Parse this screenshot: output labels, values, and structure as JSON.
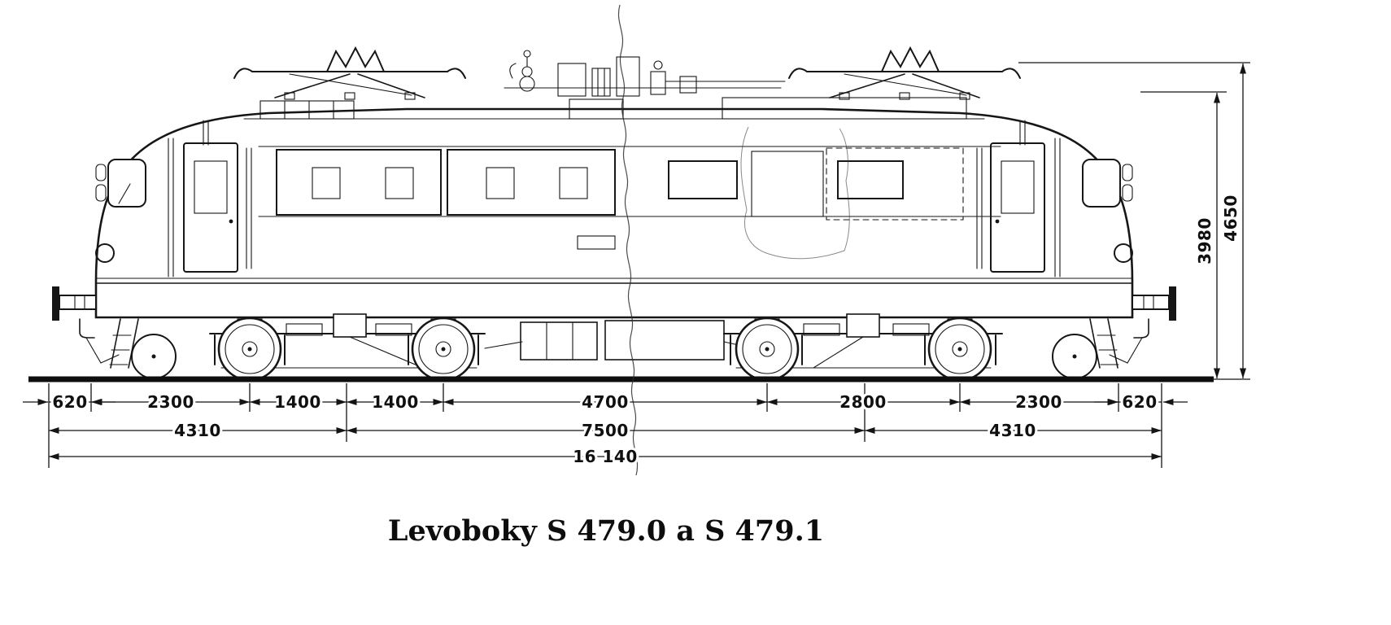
{
  "title": "Levoboky S 479.0 a S 479.1",
  "dims": {
    "h1": [
      "620",
      "2300",
      "1400",
      "1400",
      "4700",
      "2800",
      "2300",
      "620"
    ],
    "h2": [
      "4310",
      "7500",
      "4310"
    ],
    "total": "16 140",
    "v": [
      "3980",
      "4650"
    ]
  }
}
